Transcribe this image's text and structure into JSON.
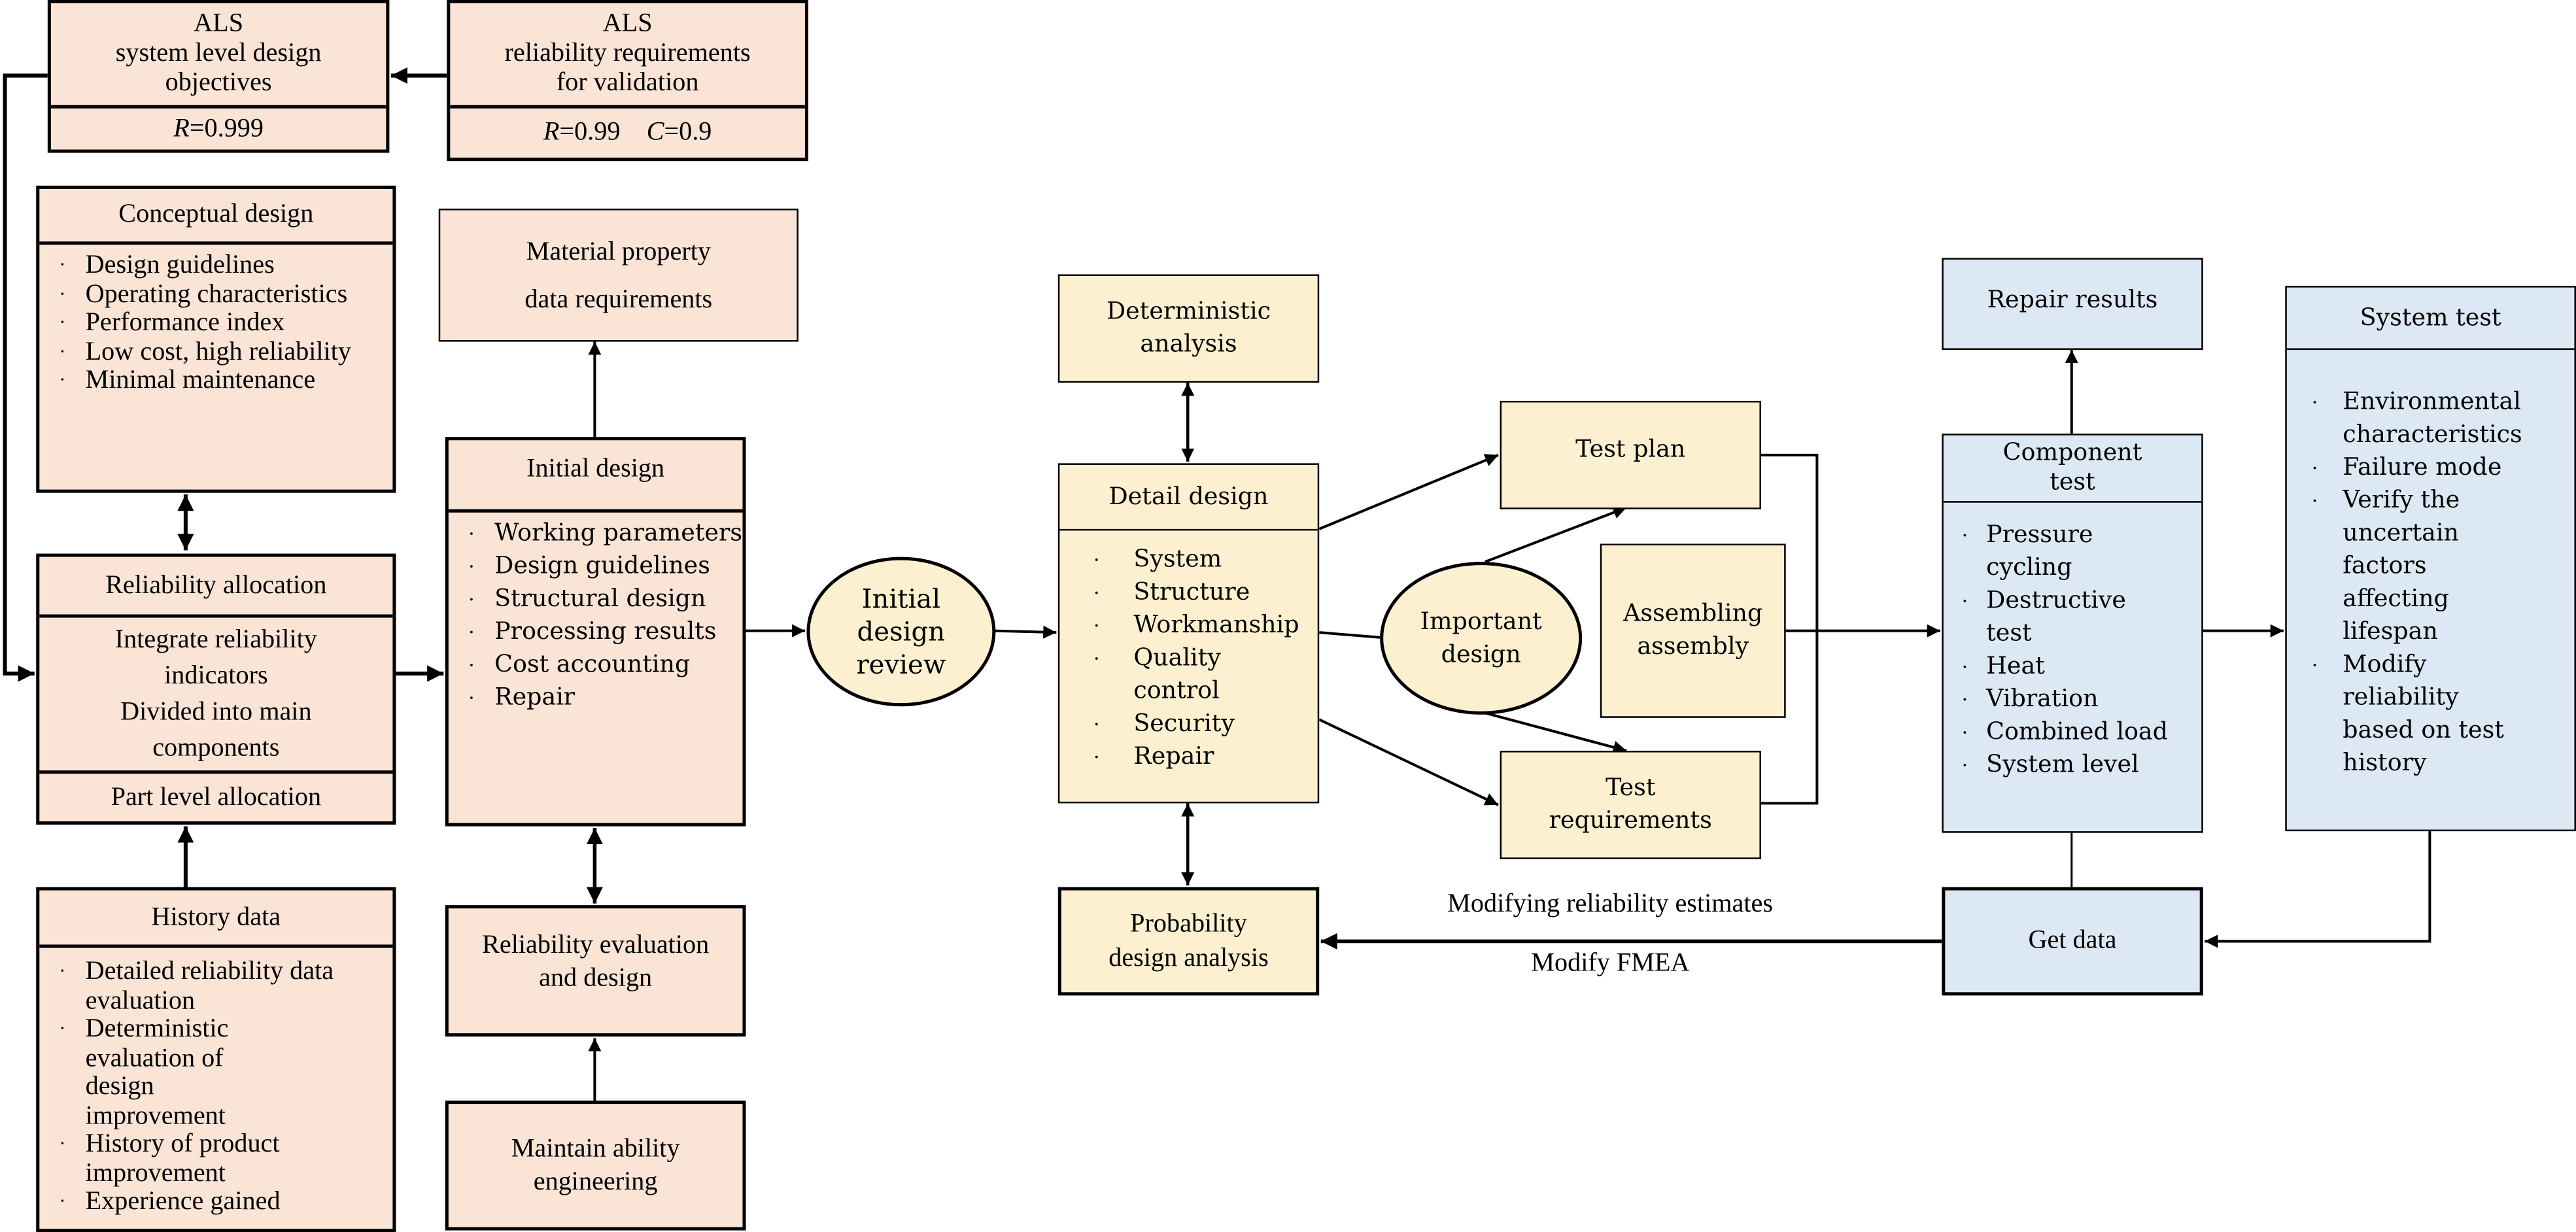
{
  "diagram": {
    "als_objectives": {
      "title_lines": [
        "ALS",
        "system level design",
        "objectives"
      ],
      "value_symbol": "R",
      "value": "=0.999"
    },
    "als_requirements": {
      "title_lines": [
        "ALS",
        "reliability requirements",
        "for validation"
      ],
      "r_symbol": "R",
      "r_value": "=0.99",
      "c_symbol": "C",
      "c_value": "=0.9"
    },
    "conceptual_design": {
      "title": "Conceptual design",
      "bullet": "·",
      "items": [
        "Design guidelines",
        "Operating characteristics",
        "Performance index",
        "Low cost, high reliability",
        "Minimal maintenance"
      ]
    },
    "material_property": {
      "lines": [
        "Material property",
        "data requirements"
      ]
    },
    "initial_design": {
      "title": "Initial design",
      "bullet": "·",
      "items": [
        "Working parameters",
        "Design guidelines",
        "Structural design",
        "Processing results",
        "Cost accounting",
        "Repair"
      ]
    },
    "reliability_allocation": {
      "title": "Reliability allocation",
      "middle_lines": [
        "Integrate reliability",
        "indicators",
        "Divided into main",
        "components"
      ],
      "bottom": "Part level allocation"
    },
    "history_data": {
      "title": "History data",
      "bullet": "·",
      "items": [
        "Detailed reliability data evaluation",
        "Deterministic evaluation of design improvement",
        "History of product improvement",
        "Experience gained"
      ]
    },
    "reliability_evaluation": {
      "lines": [
        "Reliability evaluation",
        "and design"
      ]
    },
    "maintain_ability": {
      "lines": [
        "Maintain ability",
        "engineering"
      ]
    },
    "initial_design_review": {
      "lines": [
        "Initial",
        "design",
        "review"
      ]
    },
    "deterministic_analysis": {
      "lines": [
        "Deterministic",
        "analysis"
      ]
    },
    "detail_design": {
      "title": "Detail design",
      "bullet": "·",
      "items": [
        "System",
        "Structure",
        "Workmanship",
        "Quality control",
        "Security",
        "Repair"
      ]
    },
    "probability_design": {
      "lines": [
        "Probability",
        "design analysis"
      ]
    },
    "test_plan": {
      "label": "Test plan"
    },
    "important_design": {
      "lines": [
        "Important",
        "design"
      ]
    },
    "assembling_assembly": {
      "lines": [
        "Assembling",
        "assembly"
      ]
    },
    "test_requirements": {
      "lines": [
        "Test",
        "requirements"
      ]
    },
    "repair_results": {
      "label": "Repair results"
    },
    "component_test": {
      "title_lines": [
        "Component",
        "test"
      ],
      "bullet": "·",
      "items": [
        "Pressure cycling",
        "Destructive test",
        "Heat",
        "Vibration",
        "Combined load",
        "System level"
      ]
    },
    "get_data": {
      "label": "Get data"
    },
    "system_test": {
      "title": "System test",
      "bullet": "·",
      "items": [
        "Environmental characteristics",
        "Failure mode",
        "Verify the uncertain factors affecting lifespan",
        "Modify reliability based on test history"
      ]
    },
    "edge_labels": {
      "above_feedback": "Modifying reliability estimates",
      "below_feedback": "Modify FMEA"
    },
    "colors": {
      "design_phase": "#f9e4d6",
      "analysis_phase": "#fdf0d0",
      "test_phase": "#dce8f4",
      "stroke": "#000000"
    }
  }
}
